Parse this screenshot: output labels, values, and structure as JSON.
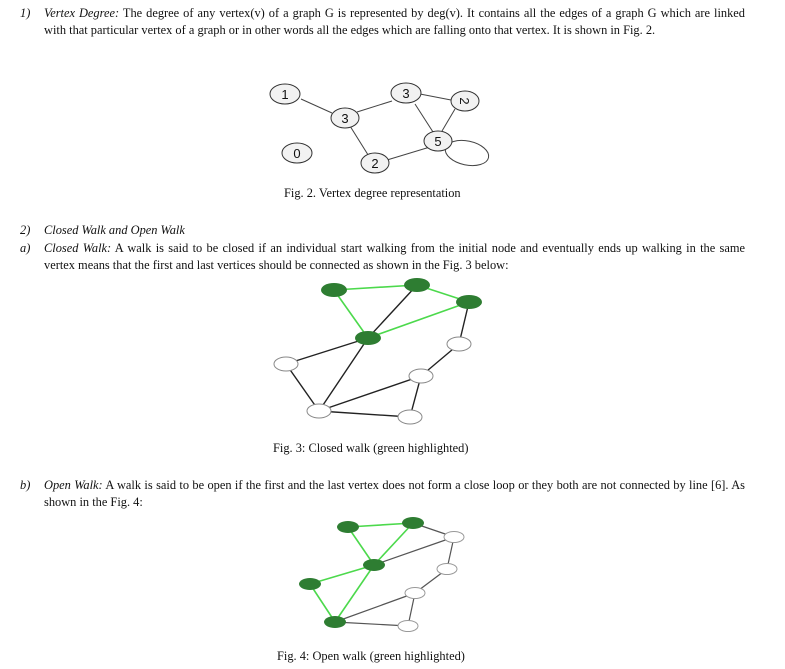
{
  "section1": {
    "marker": "1)",
    "label": "Vertex Degree:",
    "text": " The degree of any vertex(v) of a graph G is represented by deg(v). It contains all the edges of a graph G which are linked with that particular vertex of a graph or in other words all the edges which are falling onto that vertex. It is shown in Fig. 2."
  },
  "fig2": {
    "caption": "Fig. 2. Vertex degree representation",
    "node_labels": [
      "1",
      "3",
      "3",
      "2",
      "5",
      "0",
      "2"
    ]
  },
  "section2": {
    "marker": "2)",
    "title": "Closed Walk and Open Walk"
  },
  "section2a": {
    "marker": "a)",
    "label": "Closed Walk:",
    "text": " A walk is said to be closed if an individual start walking from the initial node and eventually ends up walking in the same vertex means that the first and last vertices should be connected as shown in the Fig. 3 below:"
  },
  "fig3": {
    "caption": "Fig. 3: Closed walk (green highlighted)"
  },
  "section2b": {
    "marker": "b)",
    "label": "Open Walk:",
    "text": " A walk is said to be open if the first and the last vertex does not form a close loop or they both are not connected by line [6]. As shown in the Fig. 4:"
  },
  "fig4": {
    "caption": "Fig. 4:  Open walk (green highlighted)"
  },
  "colors": {
    "highlight_node": "#2e7d32",
    "highlight_edge": "#4cd94c",
    "plain_edge": "#222222"
  }
}
